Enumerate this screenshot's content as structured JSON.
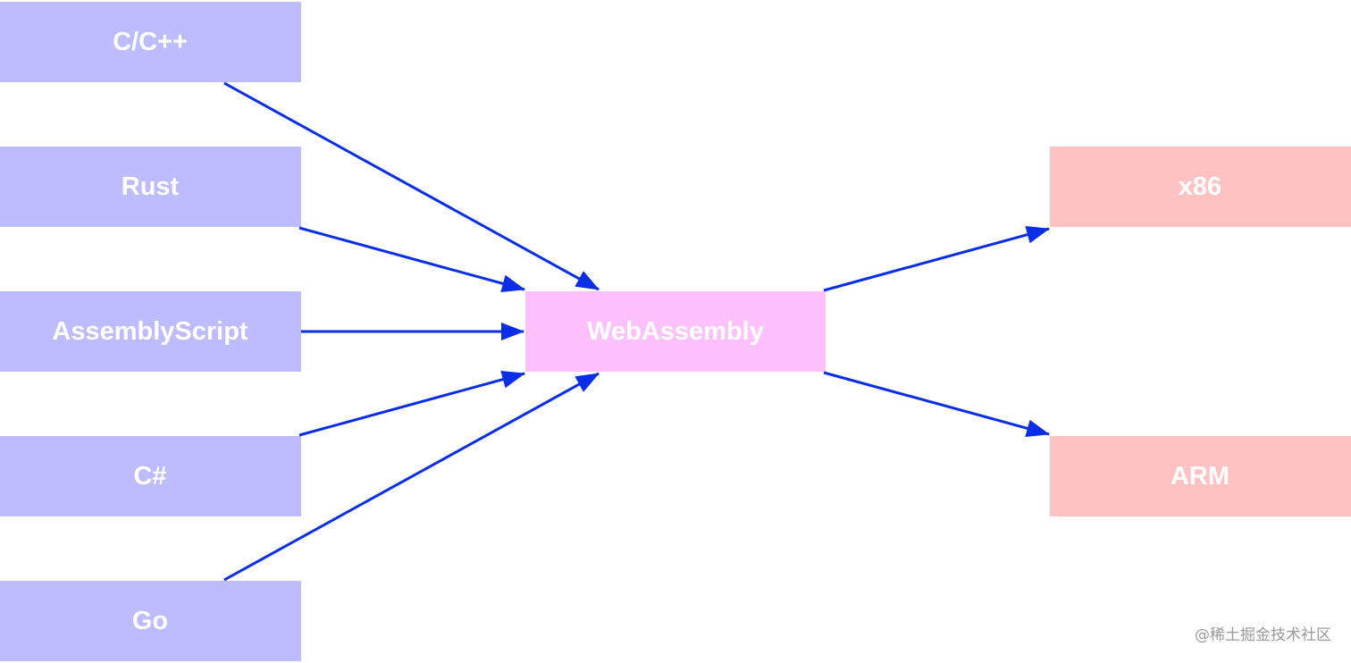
{
  "colors": {
    "source_fill": "#bcbcfe",
    "hub_fill": "#fdc2fd",
    "target_fill": "#fec2c2",
    "arrow": "#0a2ee8",
    "label": "#ffffff",
    "watermark": "#9a9a9a"
  },
  "nodes": {
    "cpp": "C/C++",
    "rust": "Rust",
    "assemblyscript": "AssemblyScript",
    "csharp": "C#",
    "go": "Go",
    "webassembly": "WebAssembly",
    "x86": "x86",
    "arm": "ARM"
  },
  "edges": [
    {
      "from": "C/C++",
      "to": "WebAssembly"
    },
    {
      "from": "Rust",
      "to": "WebAssembly"
    },
    {
      "from": "AssemblyScript",
      "to": "WebAssembly"
    },
    {
      "from": "C#",
      "to": "WebAssembly"
    },
    {
      "from": "Go",
      "to": "WebAssembly"
    },
    {
      "from": "WebAssembly",
      "to": "x86"
    },
    {
      "from": "WebAssembly",
      "to": "ARM"
    }
  ],
  "watermark": "@稀土掘金技术社区"
}
